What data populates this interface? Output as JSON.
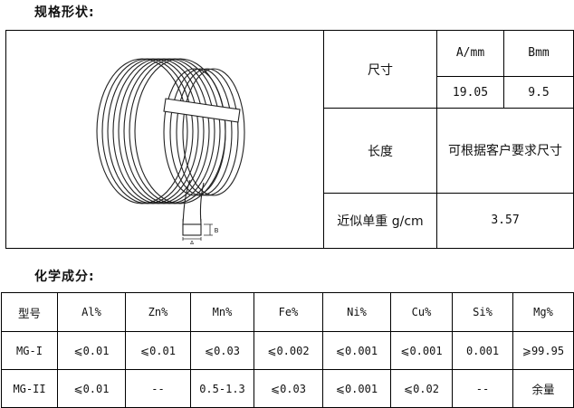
{
  "sections": {
    "shape_title": "规格形状:",
    "chem_title": "化学成分:"
  },
  "spec": {
    "size_label": "尺寸",
    "a_label": "A/mm",
    "b_label": "Bmm",
    "a_value": "19.05",
    "b_value": "9.5",
    "length_label": "长度",
    "length_value": "可根据客户要求尺寸",
    "density_label": "近似单重 g/cm",
    "density_value": "3.57",
    "drawing_dims": {
      "a": "A",
      "b": "B"
    }
  },
  "chem": {
    "headers": [
      "型号",
      "Al%",
      "Zn%",
      "Mn%",
      "Fe%",
      "Ni%",
      "Cu%",
      "Si%",
      "Mg%"
    ],
    "rows": [
      [
        "MG-I",
        "⩽0.01",
        "⩽0.01",
        "⩽0.03",
        "⩽0.002",
        "⩽0.001",
        "⩽0.001",
        "0.001",
        "⩾99.95"
      ],
      [
        "MG-II",
        "⩽0.01",
        "--",
        "0.5-1.3",
        "⩽0.03",
        "⩽0.001",
        "⩽0.02",
        "--",
        "余量"
      ]
    ]
  }
}
